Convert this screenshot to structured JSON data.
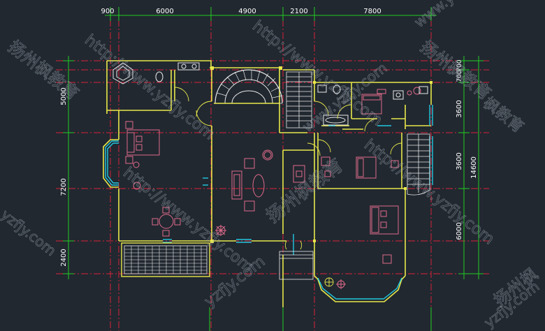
{
  "drawing": {
    "background": "#212830",
    "colors": {
      "wall": "#e8e84a",
      "dimension": "#22cc22",
      "axis": "#d8223a",
      "window": "#22c8e0",
      "furniture": "#e06a8a",
      "fixture": "#e9e9e9",
      "text": "#ffffff",
      "watermark": "#9aa3ad"
    },
    "top_dimensions": [
      "900",
      "6000",
      "4900",
      "2100",
      "7800"
    ],
    "left_dimensions": [
      "5000",
      "7200",
      "2400"
    ],
    "right_dimensions_inner": [
      "700",
      "700",
      "3600",
      "3600",
      "6000"
    ],
    "right_dimension_total": "14600",
    "watermark_urls": [
      "http://www.yzfjy.com",
      "http://www.yzfjy.com",
      "http://www.yzfjy.com",
      "http://www.yzfjy.com",
      "www.yzfjy.com",
      "www.yzfjy.com",
      "yzfjy.com",
      "yzfjy.com",
      "yzfjy.com"
    ],
    "watermark_brand": "扬州枫教育",
    "watermark_brand_b": "枫教育",
    "watermark_brand_c": "扬州枫"
  }
}
